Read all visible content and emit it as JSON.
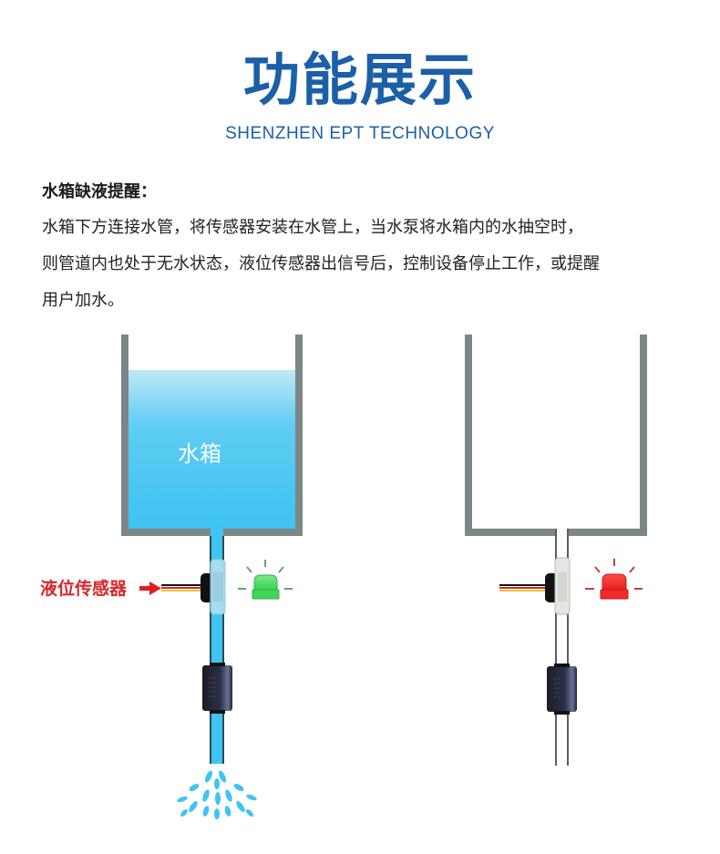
{
  "header": {
    "title": "功能展示",
    "subtitle": "SHENZHEN EPT TECHNOLOGY"
  },
  "section": {
    "heading": "水箱缺液提醒：",
    "paragraph_lines": [
      "水箱下方连接水管，将传感器安装在水管上，当水泵将水箱内的水抽空时，",
      "则管道内也处于无水状态，液位传感器出信号后，控制设备停止工作，或提醒",
      "用户加水。"
    ]
  },
  "diagram": {
    "left_panel": {
      "state": "water-present",
      "tank_label": "水箱",
      "sensor_label": "液位传感器",
      "indicator": "green-light",
      "indicator_color": "#3fd45a"
    },
    "right_panel": {
      "state": "empty",
      "indicator": "red-light",
      "indicator_color": "#ee2a2a"
    },
    "colors": {
      "tank_wall": "#7b8686",
      "water": "#40c4f2",
      "title_blue": "#1b5fa8",
      "label_red": "#d9262b"
    }
  }
}
